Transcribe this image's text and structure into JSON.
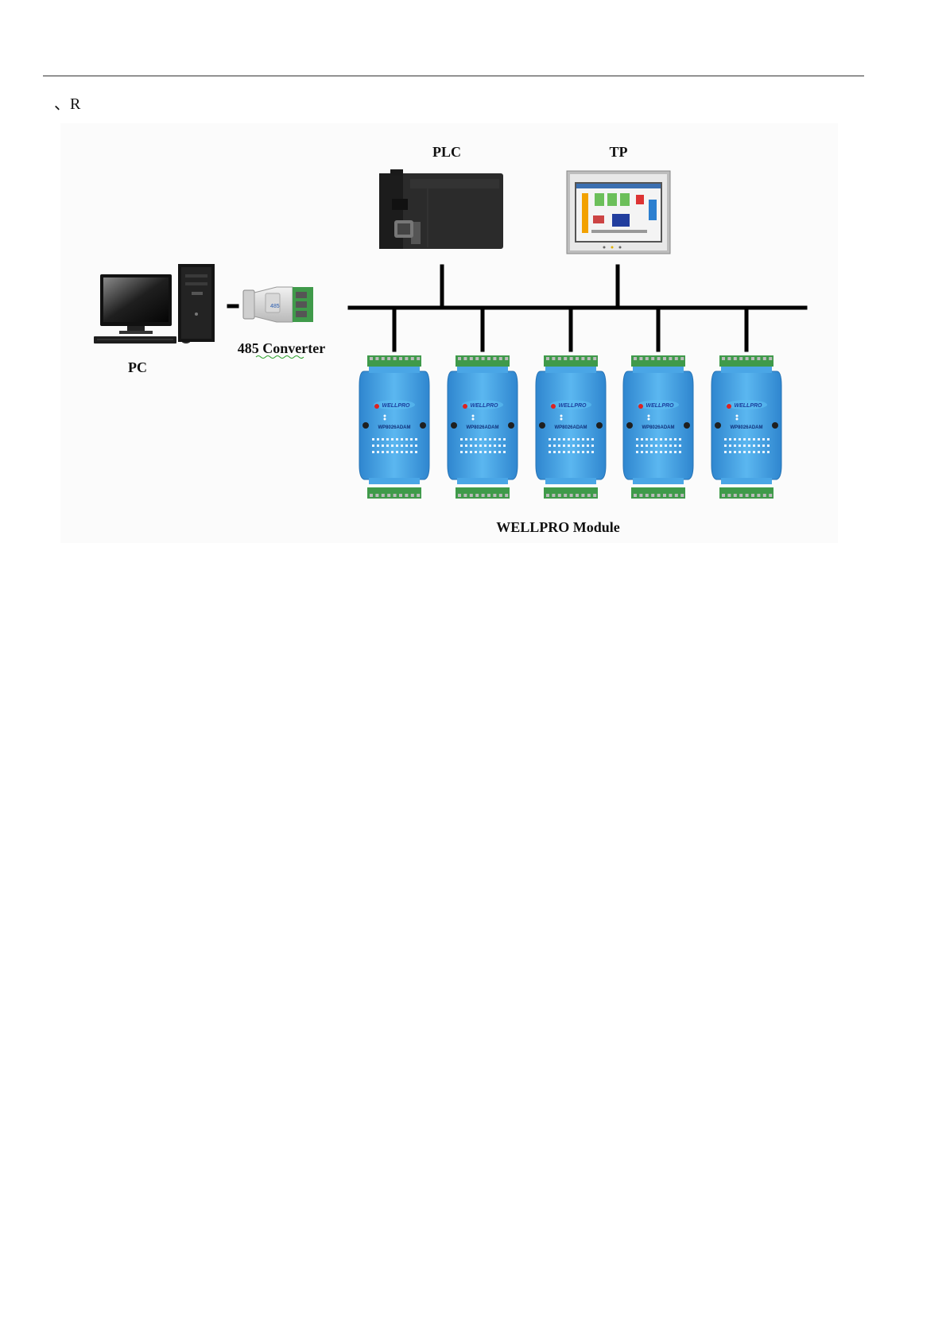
{
  "heading": "、R",
  "diagram": {
    "labels": {
      "plc": "PLC",
      "tp": "TP",
      "pc": "PC",
      "converter": "485 Converter",
      "module_group": "WELLPRO Module"
    },
    "modules": [
      {
        "brand": "WELLPRO",
        "model": "WP8026ADAM"
      },
      {
        "brand": "WELLPRO",
        "model": "WP8026ADAM"
      },
      {
        "brand": "WELLPRO",
        "model": "WP8026ADAM"
      },
      {
        "brand": "WELLPRO",
        "model": "WP8026ADAM"
      },
      {
        "brand": "WELLPRO",
        "model": "WP8026ADAM"
      }
    ],
    "colors": {
      "bus": "#000000",
      "module_body": "#3d9ee0",
      "terminal": "#3f9a4a",
      "plc_body": "#2b2b2b",
      "screen_frame": "#555555"
    }
  }
}
